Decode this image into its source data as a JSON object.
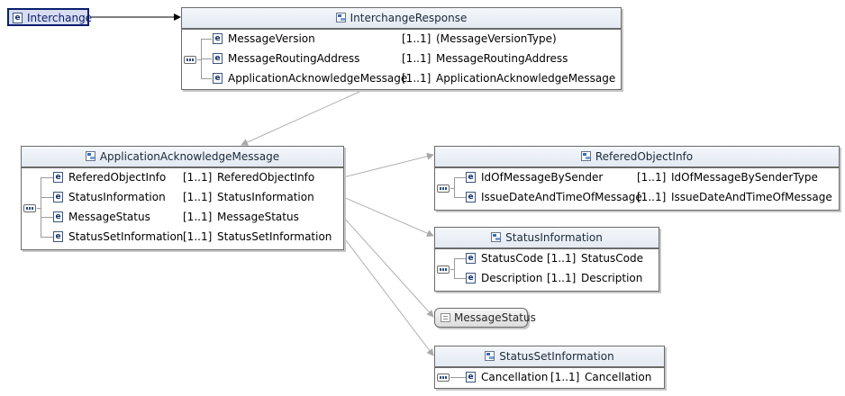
{
  "root": {
    "label": "Interchange"
  },
  "interchange_response": {
    "title": "InterchangeResponse",
    "rows": [
      {
        "name": "MessageVersion",
        "cardinality": "[1..1]",
        "type": "(MessageVersionType)"
      },
      {
        "name": "MessageRoutingAddress",
        "cardinality": "[1..1]",
        "type": "MessageRoutingAddress"
      },
      {
        "name": "ApplicationAcknowledgeMessage",
        "cardinality": "[1..1]",
        "type": "ApplicationAcknowledgeMessage"
      }
    ]
  },
  "application_acknowledge_message": {
    "title": "ApplicationAcknowledgeMessage",
    "rows": [
      {
        "name": "ReferedObjectInfo",
        "cardinality": "[1..1]",
        "type": "ReferedObjectInfo"
      },
      {
        "name": "StatusInformation",
        "cardinality": "[1..1]",
        "type": "StatusInformation"
      },
      {
        "name": "MessageStatus",
        "cardinality": "[1..1]",
        "type": "MessageStatus"
      },
      {
        "name": "StatusSetInformation",
        "cardinality": "[1..1]",
        "type": "StatusSetInformation"
      }
    ]
  },
  "refered_object_info": {
    "title": "ReferedObjectInfo",
    "rows": [
      {
        "name": "IdOfMessageBySender",
        "cardinality": "[1..1]",
        "type": "IdOfMessageBySenderType"
      },
      {
        "name": "IssueDateAndTimeOfMessage",
        "cardinality": "[1..1]",
        "type": "IssueDateAndTimeOfMessage"
      }
    ]
  },
  "status_information": {
    "title": "StatusInformation",
    "rows": [
      {
        "name": "StatusCode",
        "cardinality": "[1..1]",
        "type": "StatusCode"
      },
      {
        "name": "Description",
        "cardinality": "[1..1]",
        "type": "Description"
      }
    ]
  },
  "message_status": {
    "title": "MessageStatus"
  },
  "status_set_information": {
    "title": "StatusSetInformation",
    "rows": [
      {
        "name": "Cancellation",
        "cardinality": "[1..1]",
        "type": "Cancellation"
      }
    ]
  },
  "icons": {
    "element": "element-icon",
    "complex_type": "complex-type-icon",
    "simple_type": "simple-type-icon",
    "sequence": "sequence-icon"
  },
  "colors": {
    "header_bg": "#e3e9f2",
    "border": "#6b6b6b",
    "connector": "#b0b0b0",
    "root_border": "#0a1f6e",
    "root_bg": "#d8ddf0",
    "icon_blue": "#13306a"
  }
}
